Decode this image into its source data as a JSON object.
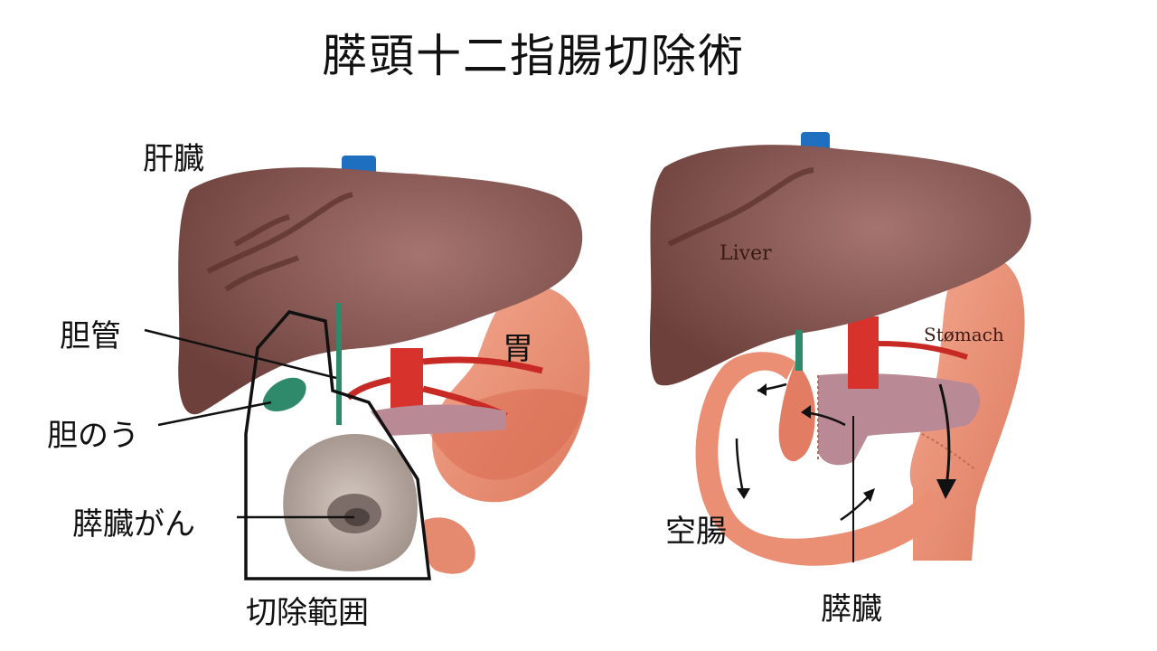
{
  "title": "膵頭十二指腸切除術",
  "left_diagram": {
    "labels": {
      "liver": "肝臓",
      "bile_duct": "胆管",
      "stomach": "胃",
      "gallbladder": "胆のう",
      "pancreatic_cancer": "膵臓がん",
      "resection_area": "切除範囲"
    }
  },
  "right_diagram": {
    "labels": {
      "liver_en": "Liver",
      "stomach_en": "Stømach",
      "jejunum": "空腸",
      "pancreas": "膵臓"
    }
  },
  "colors": {
    "liver": "#7a4a44",
    "stomach": "#e99378",
    "artery": "#d8322c",
    "portal": "#1e6fc0",
    "gallbladder": "#2e8a6a",
    "pancreas": "#b98a96"
  }
}
